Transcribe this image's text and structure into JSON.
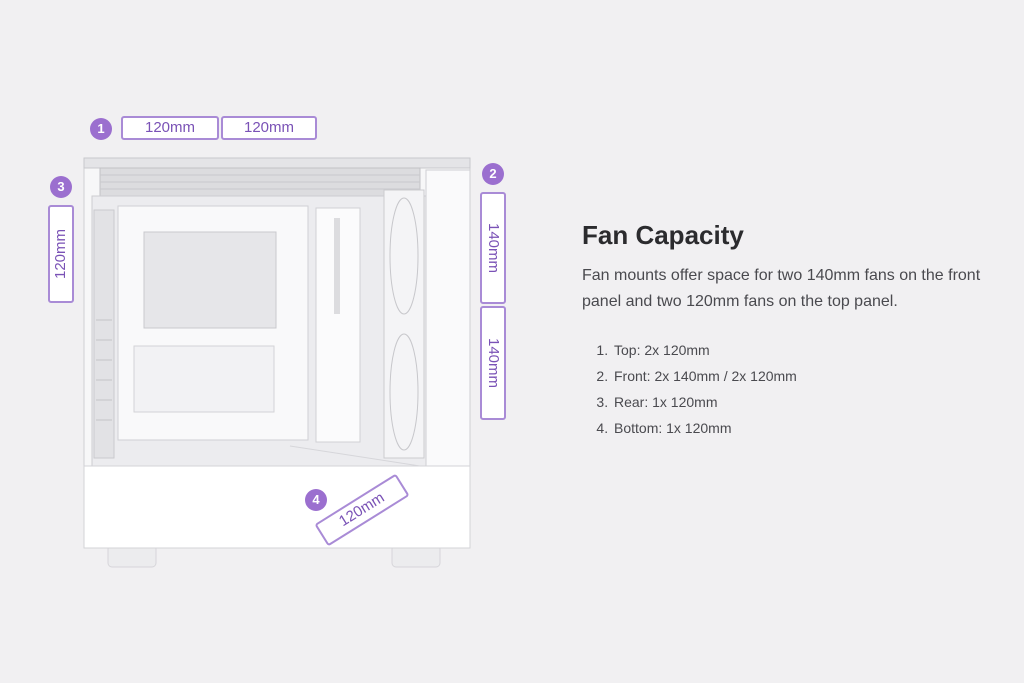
{
  "callouts": {
    "top": {
      "number": "1",
      "sizes": [
        "120mm",
        "120mm"
      ]
    },
    "front": {
      "number": "2",
      "sizes": [
        "140mm",
        "140mm"
      ]
    },
    "rear": {
      "number": "3",
      "sizes": [
        "120mm"
      ]
    },
    "bottom": {
      "number": "4",
      "sizes": [
        "120mm"
      ]
    }
  },
  "info": {
    "title": "Fan Capacity",
    "description": "Fan mounts offer space for two 140mm fans on the front panel and two 120mm fans on the top panel.",
    "list": [
      "Top: 2x 120mm",
      "Front: 2x 140mm / 2x 120mm",
      "Rear: 1x 120mm",
      "Bottom: 1x 120mm"
    ]
  },
  "colors": {
    "background": "#f1f0f2",
    "accent": "#9b6fcf",
    "accent_border": "#a98bd6",
    "accent_text": "#7a52b6",
    "case_white": "#ffffff",
    "case_shadow": "#d9d8dc"
  }
}
